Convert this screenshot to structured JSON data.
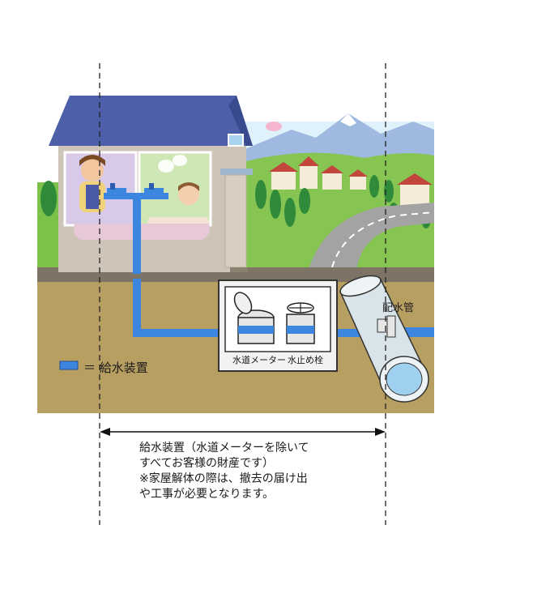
{
  "diagram": {
    "pipe_label": "配水管",
    "legend_text": "＝ 給水装置",
    "meter_label": "水道メーター",
    "valve_label": "水止め栓",
    "note_lines": [
      "給水装置（水道メーターを除いて",
      "すべてお客様の財産です）",
      "※家屋解体の際は、撤去の届け出",
      "や工事が必要となります。"
    ],
    "colors": {
      "pipe": "#3d86e0",
      "soil": "#b8a063",
      "grass": "#7cc24a",
      "roof": "#4d5fa8",
      "sky": "#c8e8f8",
      "road": "#9a9a9a"
    }
  }
}
